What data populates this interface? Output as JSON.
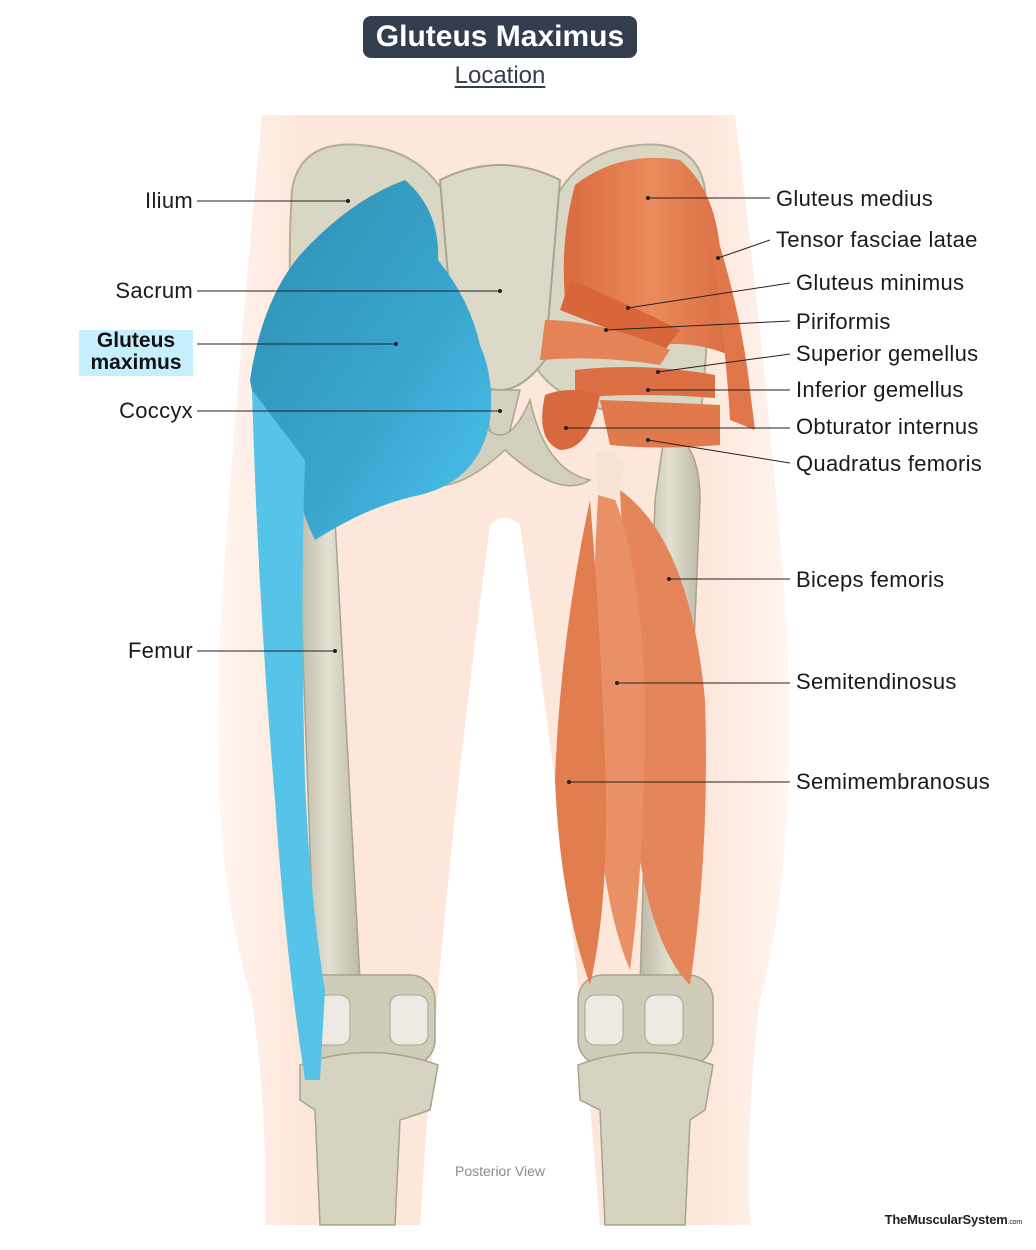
{
  "title": "Gluteus Maximus",
  "subtitle": "Location",
  "view_label": "Posterior View",
  "brand": {
    "name": "TheMuscularSystem",
    "suffix": ".com"
  },
  "highlight_label": {
    "line1": "Gluteus",
    "line2": "maximus"
  },
  "left_labels": [
    "Ilium",
    "Sacrum",
    "Coccyx",
    "Femur"
  ],
  "right_labels": [
    "Gluteus medius",
    "Tensor fasciae latae",
    "Gluteus minimus",
    "Piriformis",
    "Superior gemellus",
    "Inferior gemellus",
    "Obturator internus",
    "Quadratus femoris",
    "Biceps femoris",
    "Semitendinosus",
    "Semimembranosus"
  ],
  "colors": {
    "highlight_muscle": "#3fb4de",
    "other_muscle": "#e07a4d",
    "bone": "#d8d5c3",
    "skin": "#fde8dd",
    "title_bg": "#333d4d",
    "label_highlight_bg": "#c6effd"
  }
}
